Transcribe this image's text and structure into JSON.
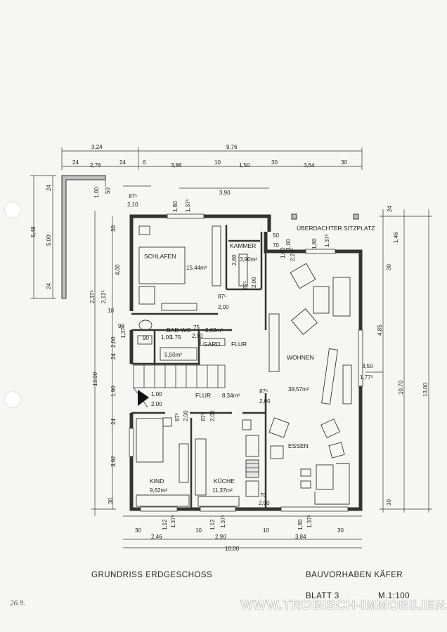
{
  "rooms": {
    "schlafen": {
      "name": "SCHLAFEN",
      "area": "15,44m²"
    },
    "kammer": {
      "name": "KAMMER",
      "area": "3,90m²"
    },
    "badwc": {
      "name": "BAD-WC",
      "area": "2,02m²"
    },
    "gard": {
      "name": "GARD"
    },
    "flur_upper": {
      "name": "FLUR"
    },
    "flur_lower": {
      "name": "FLUR",
      "area": "8,34m²"
    },
    "wohnen": {
      "name": "WOHNEN",
      "area": "39,57m²"
    },
    "essen": {
      "name": "ESSEN"
    },
    "kind": {
      "name": "KIND",
      "area": "9,62m²"
    },
    "kueche": {
      "name": "KÜCHE",
      "area": "11,37m²"
    },
    "bath_box": {
      "area": "5,50m²"
    },
    "terrace": {
      "name": "ÜBERDACHTER SITZPLATZ"
    }
  },
  "dimensions": {
    "top_total": "9,76",
    "top_left": "3,24",
    "top_row": [
      "24",
      "2,76",
      "24",
      "6",
      "3,86",
      "10",
      "1,50",
      "30",
      "3,64",
      "30"
    ],
    "top_390": "3,90",
    "left_548": "5,48",
    "left_500": "5,00",
    "left_24a": "24",
    "left_24b": "24",
    "left_100": "1,00",
    "left_50": "50",
    "left_875": "87⁵",
    "left_210": "2,10",
    "left_180": "1,80",
    "left_1375": "1,37⁵",
    "left_30": "30",
    "left_400": "4,00",
    "left_2375": "2,37⁵",
    "left_2125": "2,12⁵",
    "left_1300": "13,00",
    "left_200": "2,00",
    "left_1375b": "1,37⁵",
    "left_10": "10",
    "left_90a": "90",
    "left_90b": "90",
    "left_24c": "24",
    "left_24d": "24",
    "left_190": "1,90",
    "left_392": "3,92",
    "left_30b": "30",
    "mid_100": "1,00",
    "mid_200a": "2,00",
    "mid_175": "1,75",
    "mid_75": "75",
    "mid_200b": "2,00",
    "mid_875a": "87⁵",
    "mid_200c": "2,00",
    "mid_70": "70",
    "mid_50": "50",
    "mid_100b": "1,00",
    "mid_2275": "2,27⁵",
    "mid_260": "2,60",
    "mid_875b": "87⁵",
    "mid_200d": "2,00",
    "flur_875": "87⁵",
    "flur_200": "2,00",
    "stair_100": "1,00",
    "stair_200": "2,00",
    "kind_875": "87⁵",
    "kind_200": "2,00",
    "kue_875": "87⁵",
    "kue_200": "2,00",
    "essen_70": "70",
    "essen_200": "2,00",
    "right_24": "24",
    "right_146": "1,46",
    "right_180": "1,80",
    "right_1375": "1,37⁵",
    "right_30": "30",
    "right_485": "4,85",
    "right_350": "3,50",
    "right_1775": "1,77⁵",
    "right_1070": "10,70",
    "right_1300": "13,00",
    "right_30b": "30",
    "bot_30a": "30",
    "bot_112a": "1,12",
    "bot_1375a": "1,37⁵",
    "bot_10": "10",
    "bot_112b": "1,12",
    "bot_1375b": "1,37⁵",
    "bot_10b": "10",
    "bot_180": "1,80",
    "bot_1375c": "1,37⁵",
    "bot_30b": "30",
    "bot_246": "2,46",
    "bot_290": "2,90",
    "bot_384": "3,84",
    "bot_1000": "10,00"
  },
  "footer": {
    "plan_title": "GRUNDRISS ERDGESCHOSS",
    "project": "BAUVORHABEN KÄFER",
    "sheet": "BLATT 3",
    "scale": "M.1:100",
    "handwritten": "26.9.",
    "watermark": "WWW.TROBISCH-IMMOBILIEN.DE"
  }
}
